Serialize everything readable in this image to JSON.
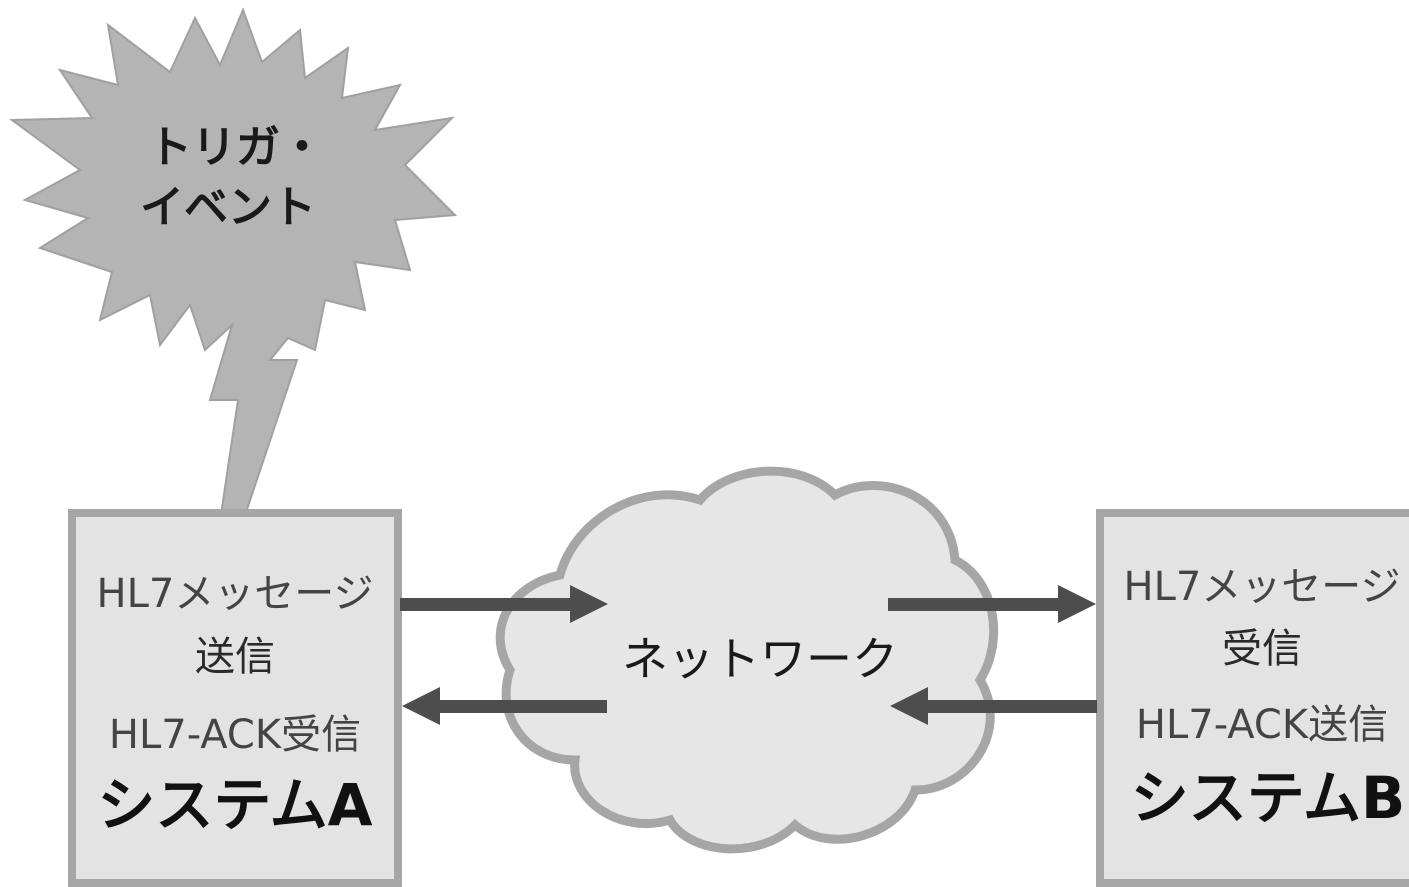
{
  "trigger": {
    "line1": "トリガ・",
    "line2": "イベント"
  },
  "system_a": {
    "send_line1": "HL7メッセージ",
    "send_line2": "送信",
    "ack": "HL7-ACK受信",
    "name": "システムA"
  },
  "system_b": {
    "receive_line1": "HL7メッセージ",
    "receive_line2": "受信",
    "ack": "HL7-ACK送信",
    "name": "システムB"
  },
  "network": {
    "label": "ネットワーク"
  },
  "colors": {
    "box_fill": "#e3e3e3",
    "box_border": "#a6a6a6",
    "cloud_fill": "#e6e6e6",
    "cloud_border": "#a6a6a6",
    "burst_fill": "#b4b4b4",
    "arrow": "#4d4d4d"
  }
}
